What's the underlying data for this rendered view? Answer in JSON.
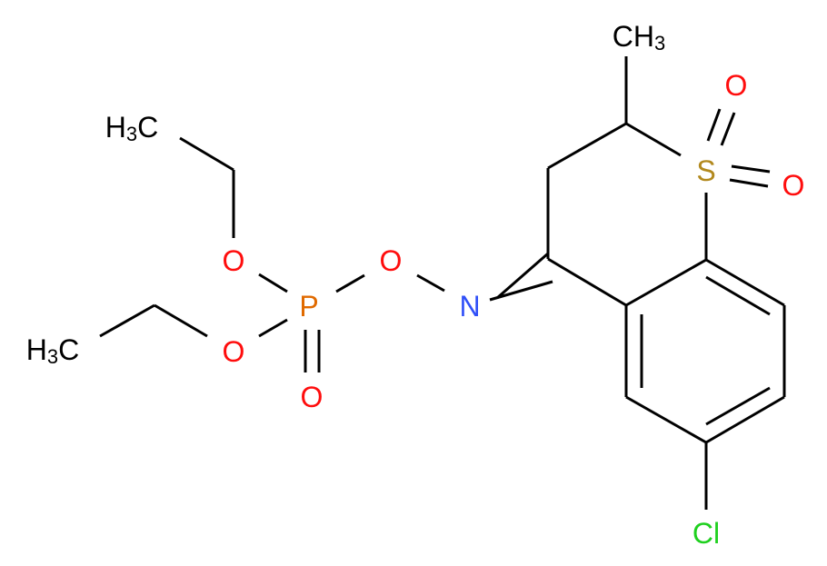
{
  "diagram": {
    "type": "chemical-structure",
    "colors": {
      "carbon": "#000000",
      "oxygen": "#ff0d0d",
      "nitrogen": "#3050f8",
      "sulfur": "#b2891e",
      "phosphorus": "#e06a00",
      "chlorine": "#1fd01f",
      "bond": "#000000"
    },
    "labels": {
      "ch3_top": {
        "main": "CH",
        "sub": "3"
      },
      "h3c_upper": {
        "pre": "H",
        "sub": "3",
        "post": "C"
      },
      "h3c_lower": {
        "pre": "H",
        "sub": "3",
        "post": "C"
      },
      "o_ethoxy_upper": "O",
      "o_ethoxy_lower": "O",
      "o_phosphoryl": "O",
      "o_oxime": "O",
      "p": "P",
      "n": "N",
      "s": "S",
      "o_sulfonyl_1": "O",
      "o_sulfonyl_2": "O",
      "cl": "Cl"
    }
  }
}
